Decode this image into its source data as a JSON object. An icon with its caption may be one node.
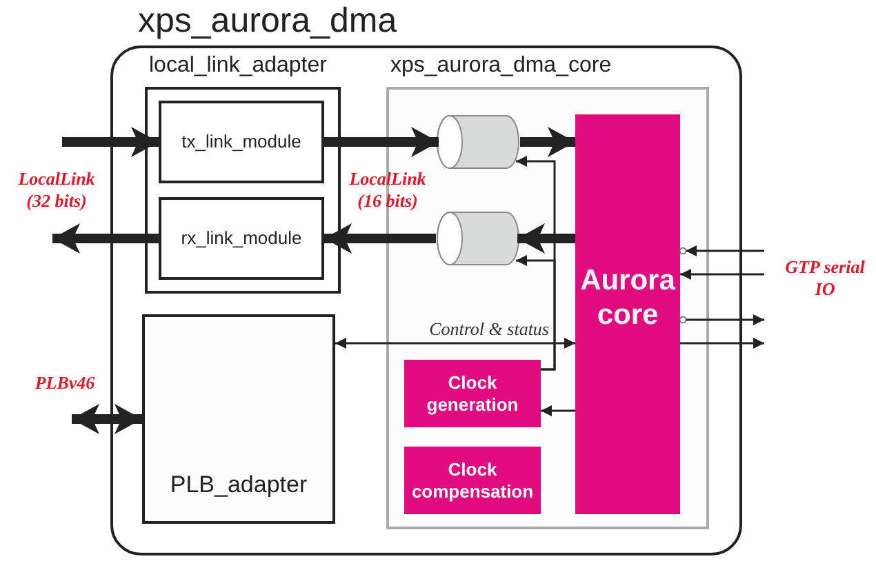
{
  "diagram": {
    "nodes": [
      {
        "text": [
          "xps_aurora_dma"
        ]
      },
      {
        "text": [
          "local_link_adapter"
        ],
        "in": 0
      },
      {
        "text": [
          "tx_link_module"
        ],
        "in": 1
      },
      {
        "text": [
          "rx_link_module"
        ],
        "in": 1
      },
      {
        "text": [
          "PLB_adapter"
        ],
        "in": 0
      },
      {
        "text": [
          "xps_aurora_dma_core"
        ],
        "in": 0
      },
      {
        "text": [],
        "shape": "cylinder",
        "in": 5
      },
      {
        "text": [],
        "shape": "cylinder",
        "in": 5
      },
      {
        "text": [
          "Aurora core"
        ],
        "in": 5
      },
      {
        "text": [
          "Clock generation"
        ],
        "in": 5
      },
      {
        "text": [
          "Clock compensation"
        ],
        "in": 5
      }
    ],
    "edges": [
      {
        "from": null,
        "to": 2,
        "arrow": "to",
        "style": "thick"
      },
      {
        "from": 2,
        "to": 6,
        "arrow": "to",
        "style": "thick"
      },
      {
        "from": 6,
        "to": 8,
        "arrow": "to",
        "style": "thick"
      },
      {
        "from": 8,
        "to": 7,
        "arrow": "to",
        "style": "thick"
      },
      {
        "from": 7,
        "to": 3,
        "arrow": "to",
        "style": "thick"
      },
      {
        "from": 3,
        "to": null,
        "arrow": "to",
        "style": "thick"
      },
      {
        "from": null,
        "to": 4,
        "arrow": "both",
        "style": "thick"
      },
      {
        "from": 4,
        "to": 8,
        "arrow": "both",
        "label": "Control & status"
      },
      {
        "from": 9,
        "to": 6,
        "arrow": "to"
      },
      {
        "from": 9,
        "to": 7,
        "arrow": "to"
      },
      {
        "from": 8,
        "to": 9,
        "arrow": "to"
      },
      {
        "from": null,
        "to": 8,
        "arrow": "to"
      },
      {
        "from": null,
        "to": 8,
        "arrow": "to"
      },
      {
        "from": 8,
        "to": null,
        "arrow": "to"
      },
      {
        "from": 8,
        "to": null,
        "arrow": "to"
      }
    ],
    "labels": [
      "LocalLink (32 bits)",
      "LocalLink (16 bits)",
      "GTP serial IO",
      "PLBv46"
    ]
  }
}
